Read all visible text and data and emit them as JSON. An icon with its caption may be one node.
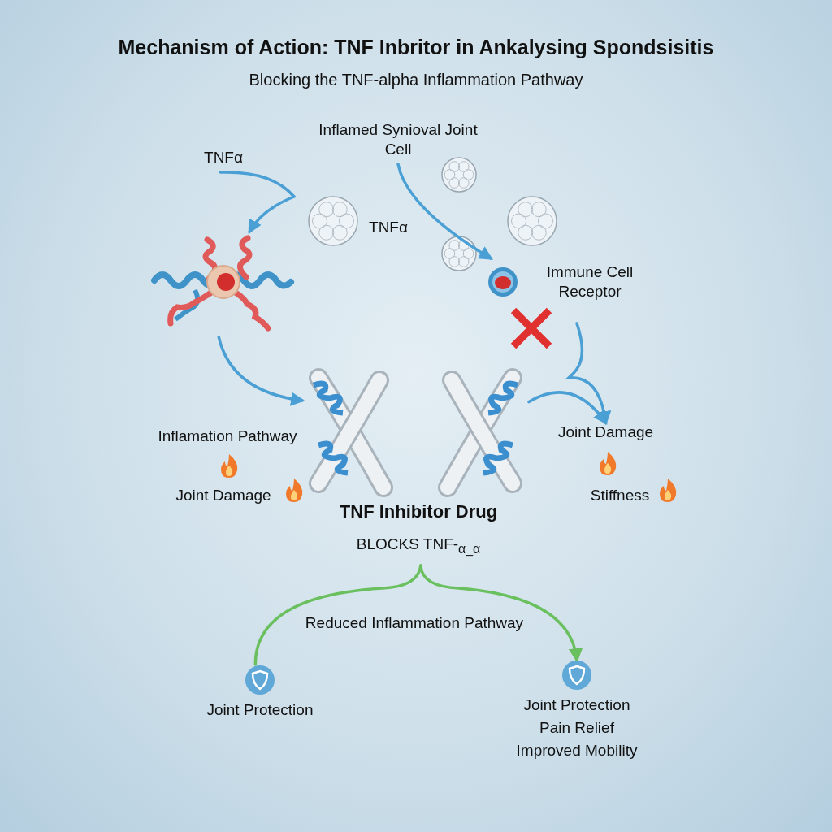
{
  "diagram": {
    "title": "Mechanism of Action: TNF Inbritor in Ankalysing Spondsisitis",
    "nodes": [
      {
        "text": [
          "TNFα"
        ]
      },
      {
        "text": [],
        "shape": "picture"
      },
      {
        "text": [
          "Inflamed Synioval Joint Cell"
        ]
      },
      {
        "text": [
          "Immune Cell Receptor"
        ]
      },
      {
        "text": [],
        "shape": "picture"
      },
      {
        "text": [],
        "shape": "picture"
      },
      {
        "text": [
          "Joint Damage"
        ]
      },
      {
        "text": [
          "TNF Inhibitor Drug",
          "BLOCKS TNF-$_{α_α}$"
        ]
      },
      {
        "text": [
          "Joint Protection"
        ]
      },
      {
        "text": [
          "Joint Protection",
          "Pain Relief",
          "Improved Mobility"
        ]
      }
    ],
    "edges": [
      {
        "from": 0,
        "to": 1,
        "arrow": "to"
      },
      {
        "from": 2,
        "to": 3,
        "arrow": "to"
      },
      {
        "from": 1,
        "to": 4,
        "arrow": "to"
      },
      {
        "from": null,
        "to": 6,
        "arrow": "to"
      },
      {
        "from": 5,
        "to": 6,
        "arrow": "to"
      },
      {
        "from": 7,
        "to": 8,
        "arrow": "none",
        "color": "#6abf5e"
      },
      {
        "from": 7,
        "to": 9,
        "arrow": "to",
        "color": "#6abf5e"
      }
    ],
    "labels": [
      "Blocking the TNF-alpha Inflammation Pathway",
      "TNFα",
      "Inflamation Pathway",
      "Joint Damage",
      "Stiffness",
      "Reduced Inflammation Pathway"
    ]
  }
}
